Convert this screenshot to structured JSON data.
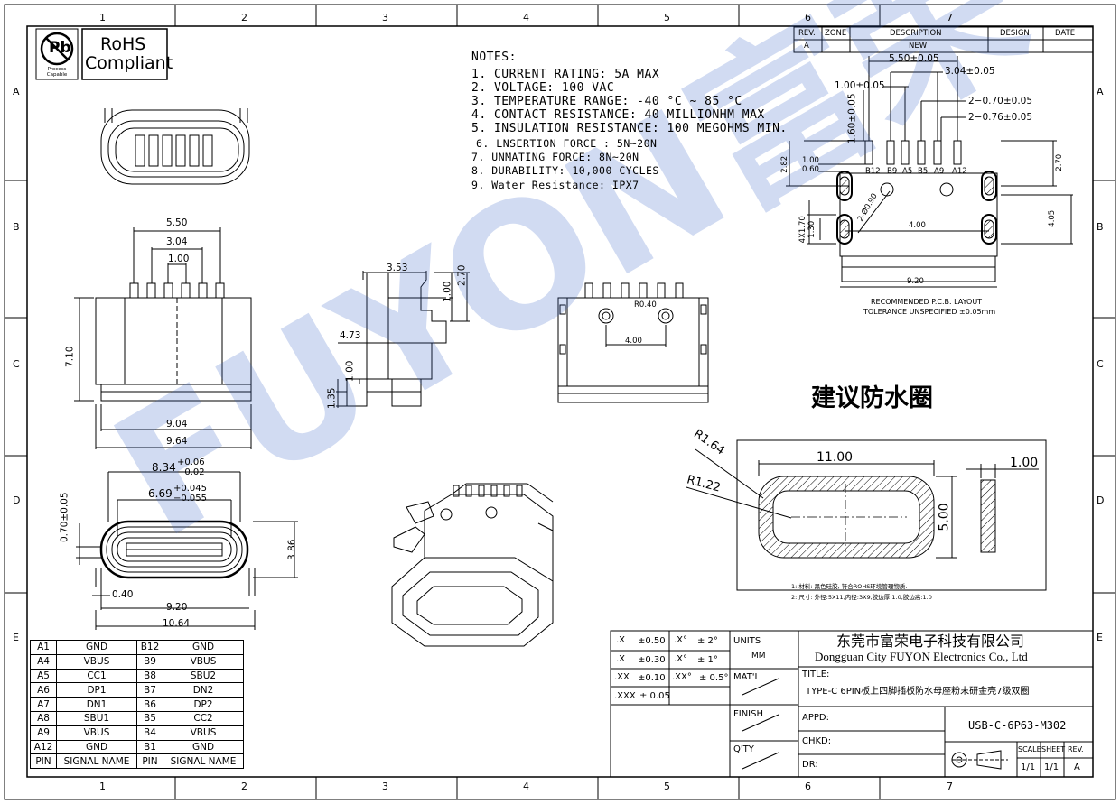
{
  "rohs": {
    "logo_text": "Pb",
    "sub": "Process Capable",
    "label_line1": "RoHS",
    "label_line2": "Compliant"
  },
  "grid": {
    "cols": [
      "1",
      "2",
      "3",
      "4",
      "5",
      "6",
      "7"
    ],
    "rows": [
      "A",
      "B",
      "C",
      "D",
      "E"
    ]
  },
  "notes": {
    "title": "NOTES:",
    "items": [
      "1. CURRENT RATING: 5A MAX",
      "2. VOLTAGE: 100 VAC",
      "3. TEMPERATURE RANGE: -40 °C ~ 85 °C",
      "4. CONTACT RESISTANCE: 40 MILLIONHM MAX",
      "5. INSULATION RESISTANCE: 100 MEGOHMS MIN.",
      "6. LNSERTION FORCE : 5N~20N",
      "7. UNMATING FORCE: 8N~20N",
      "8. DURABILITY:  10,000 CYCLES",
      "9. Water Resistance: IPX7"
    ]
  },
  "revision": {
    "headers": [
      "REV.",
      "ZONE",
      "DESCRIPTION",
      "DESIGN",
      "DATE"
    ],
    "row": [
      "A",
      "",
      "NEW",
      "",
      ""
    ]
  },
  "dims": {
    "top_550": "5.50",
    "top_304": "3.04",
    "top_100": "1.00",
    "h_710": "7.10",
    "b_904": "9.04",
    "b_964": "9.64",
    "s_353": "3.53",
    "s_270": "2.70",
    "s_100a": "1.00",
    "s_473": "4.73",
    "s_100b": "1.00",
    "s_135": "1.35",
    "f_r040": "R0.40",
    "f_400": "4.00",
    "p_550": "5.50±0.05",
    "p_304": "3.04±0.05",
    "p_100": "1.00±0.05",
    "p_160": "1.60±0.05",
    "p_070": "2−0.70±0.05",
    "p_076": "2−0.76±0.05",
    "p_282": "2.82",
    "p_100b": "1.00",
    "p_060": "0.60",
    "p_270": "2.70",
    "p_170": "4X1.70",
    "p_130": "1.30",
    "p_260": "2-Ø0.90",
    "p_400": "4.00",
    "p_405": "4.05",
    "p_920": "9.20",
    "pins_top": [
      "B12",
      "B9",
      "A5",
      "B5",
      "A9",
      "A12"
    ],
    "pcb_title": "RECOMMENDED  P.C.B. LAYOUT",
    "pcb_tol": "TOLERANCE UNSPECIFIED ±0.05mm",
    "c_834": "8.34",
    "c_834_tol_up": "+0.06",
    "c_834_tol_dn": "−0.02",
    "c_669": "6.69",
    "c_669_tol_up": "+0.045",
    "c_669_tol_dn": "−0.055",
    "c_070": "0.70±0.05",
    "c_386": "3.86",
    "c_040": "0.40",
    "c_920": "9.20",
    "c_1064": "10.64"
  },
  "gasket": {
    "title": "建议防水圈",
    "w": "11.00",
    "h": "5.00",
    "r1": "R1.64",
    "r2": "R1.22",
    "t": "1.00",
    "note1": "1: 材料: 黑色硅胶, 符合ROHS环境管理物质.",
    "note2": "2: 尺寸: 外径:5X11,内径:3X9,胶边厚:1.0,胶边高:1.0"
  },
  "watermark": "FUYON富荣",
  "pin_table": {
    "rows": [
      [
        "A1",
        "GND",
        "B12",
        "GND"
      ],
      [
        "A4",
        "VBUS",
        "B9",
        "VBUS"
      ],
      [
        "A5",
        "CC1",
        "B8",
        "SBU2"
      ],
      [
        "A6",
        "DP1",
        "B7",
        "DN2"
      ],
      [
        "A7",
        "DN1",
        "B6",
        "DP2"
      ],
      [
        "A8",
        "SBU1",
        "B5",
        "CC2"
      ],
      [
        "A9",
        "VBUS",
        "B4",
        "VBUS"
      ],
      [
        "A12",
        "GND",
        "B1",
        "GND"
      ]
    ],
    "header": [
      "PIN",
      "SIGNAL NAME",
      "PIN",
      "SIGNAL NAME"
    ]
  },
  "title_block": {
    "tol": [
      [
        ".X",
        "±0.50",
        ".X°",
        "± 2°"
      ],
      [
        ".X",
        "±0.30",
        ".X°",
        "± 1°"
      ],
      [
        ".XX",
        "±0.10",
        ".XX°",
        "± 0.5°"
      ],
      [
        ".XXX",
        "± 0.05",
        "",
        ""
      ]
    ],
    "units_label": "UNITS",
    "units_value": "MM",
    "matl": "MAT'L",
    "finish": "FINISH",
    "qty": "Q'TY",
    "company_cn": "东莞市富荣电子科技有限公司",
    "company_en": "Dongguan City FUYON Electronics Co., Ltd",
    "title_label": "TITLE:",
    "title_value": "TYPE-C 6PIN板上四脚插板防水母座粉末研金壳7级双圈",
    "appd": "APPD:",
    "chkd": "CHKD:",
    "dr": "DR:",
    "part_no": "USB-C-6P63-M302",
    "scale_label": "SCALE",
    "sheet_label": "SHEET",
    "rev_label": "REV.",
    "scale": "1/1",
    "sheet": "1/1",
    "rev": "A"
  }
}
